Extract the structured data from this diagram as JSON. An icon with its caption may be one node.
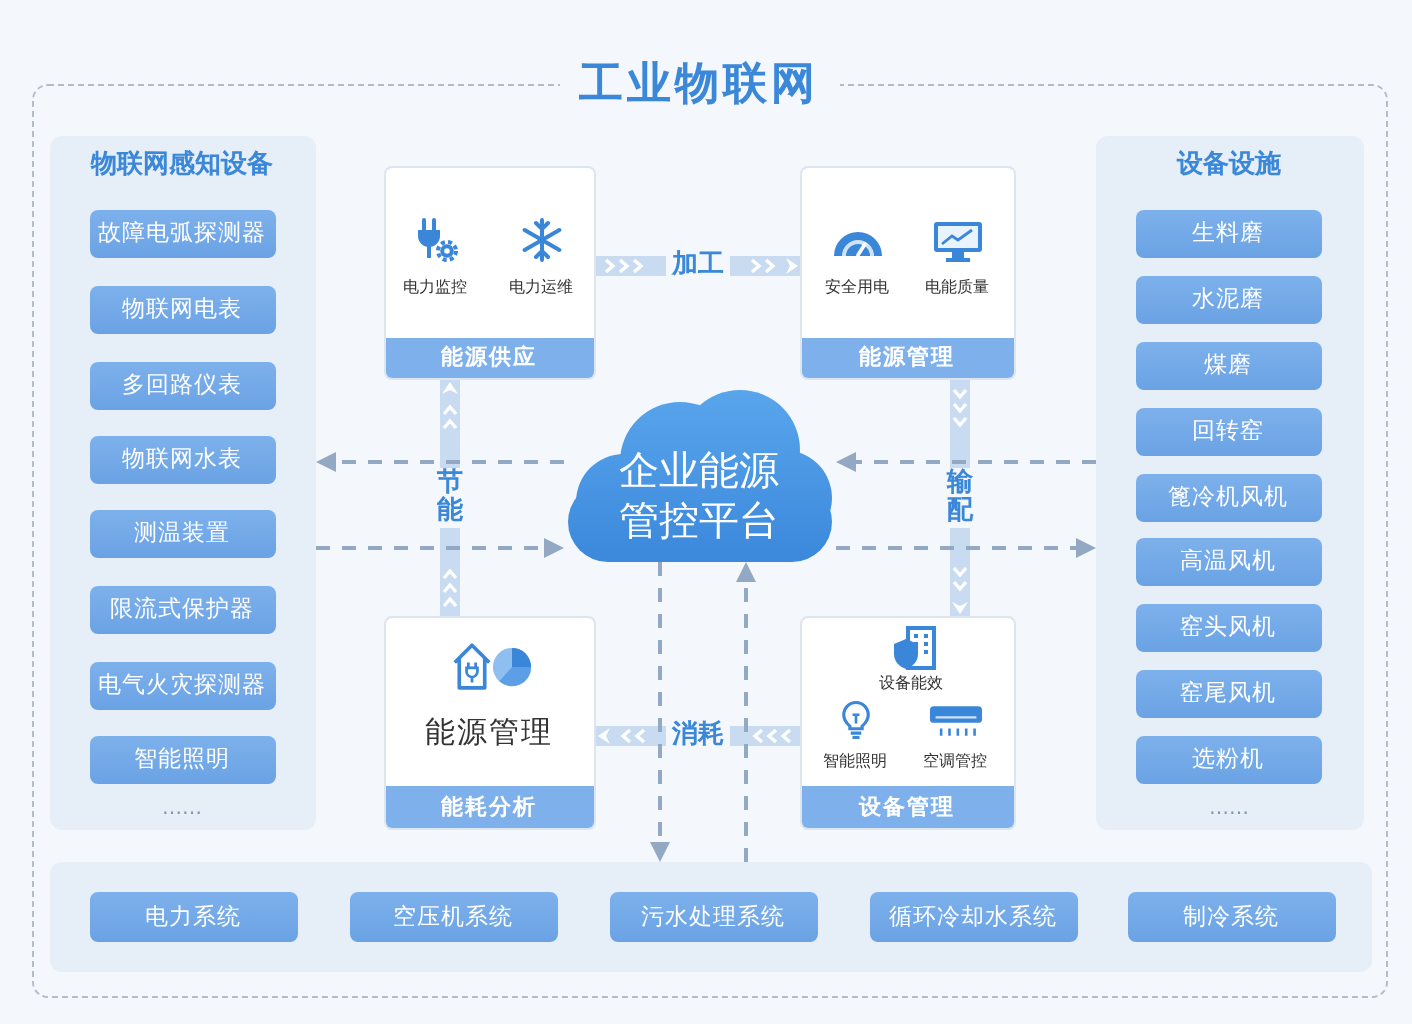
{
  "diagram": {
    "nodes": [
      {
        "text": [
          "工业物联网"
        ]
      },
      {
        "text": [
          "物联网感知设备",
          "……"
        ],
        "in": 0
      },
      {
        "text": [
          "故障电弧探测器"
        ],
        "in": 1
      },
      {
        "text": [
          "物联网电表"
        ],
        "in": 1
      },
      {
        "text": [
          "多回路仪表"
        ],
        "in": 1
      },
      {
        "text": [
          "物联网水表"
        ],
        "in": 1
      },
      {
        "text": [
          "测温装置"
        ],
        "in": 1
      },
      {
        "text": [
          "限流式保护器"
        ],
        "in": 1
      },
      {
        "text": [
          "电气火灾探测器"
        ],
        "in": 1
      },
      {
        "text": [
          "智能照明"
        ],
        "in": 1
      },
      {
        "text": [
          "电力监控",
          "电力运维",
          "能源供应"
        ],
        "in": 0
      },
      {
        "text": [
          "安全用电",
          "电能质量",
          "能源管理"
        ],
        "in": 0
      },
      {
        "text": [
          "企业能源管控平台"
        ],
        "in": 0
      },
      {
        "text": [
          "能源管理",
          "能耗分析"
        ],
        "in": 0
      },
      {
        "text": [
          "设备能效",
          "智能照明",
          "空调管控",
          "设备管理"
        ],
        "in": 0
      },
      {
        "text": [
          "设备设施",
          "……"
        ],
        "in": 0
      },
      {
        "text": [
          "生料磨"
        ],
        "in": 15
      },
      {
        "text": [
          "水泥磨"
        ],
        "in": 15
      },
      {
        "text": [
          "煤磨"
        ],
        "in": 15
      },
      {
        "text": [
          "回转窑"
        ],
        "in": 15
      },
      {
        "text": [
          "篦冷机风机"
        ],
        "in": 15
      },
      {
        "text": [
          "高温风机"
        ],
        "in": 15
      },
      {
        "text": [
          "窑头风机"
        ],
        "in": 15
      },
      {
        "text": [
          "窑尾风机"
        ],
        "in": 15
      },
      {
        "text": [
          "选粉机"
        ],
        "in": 15
      },
      {
        "text": [],
        "shape": "box",
        "in": 0
      },
      {
        "text": [
          "电力系统"
        ],
        "in": 25
      },
      {
        "text": [
          "空压机系统"
        ],
        "in": 25
      },
      {
        "text": [
          "污水处理系统"
        ],
        "in": 25
      },
      {
        "text": [
          "循环冷却水系统"
        ],
        "in": 25
      },
      {
        "text": [
          "制冷系统"
        ],
        "in": 25
      }
    ],
    "edges": [
      {
        "from": 10,
        "to": 11,
        "arrow": "to",
        "label": "加工",
        "style": "thick",
        "color": "#c8dbf1"
      },
      {
        "from": 11,
        "to": 14,
        "arrow": "to",
        "label": "输配",
        "style": "thick",
        "color": "#c8dbf1"
      },
      {
        "from": 14,
        "to": 13,
        "arrow": "to",
        "label": "消耗",
        "style": "thick",
        "color": "#c8dbf1"
      },
      {
        "from": 13,
        "to": 10,
        "arrow": "to",
        "label": "节能",
        "style": "thick",
        "color": "#c8dbf1"
      },
      {
        "from": 12,
        "to": 1,
        "arrow": "to",
        "style": "dashed"
      },
      {
        "from": 1,
        "to": 12,
        "arrow": "to",
        "style": "dashed"
      },
      {
        "from": 15,
        "to": 12,
        "arrow": "to",
        "style": "dashed"
      },
      {
        "from": 12,
        "to": 15,
        "arrow": "to",
        "style": "dashed"
      },
      {
        "from": 12,
        "to": 25,
        "arrow": "to",
        "style": "dashed"
      },
      {
        "from": 25,
        "to": 12,
        "arrow": "to",
        "style": "dashed"
      }
    ]
  }
}
